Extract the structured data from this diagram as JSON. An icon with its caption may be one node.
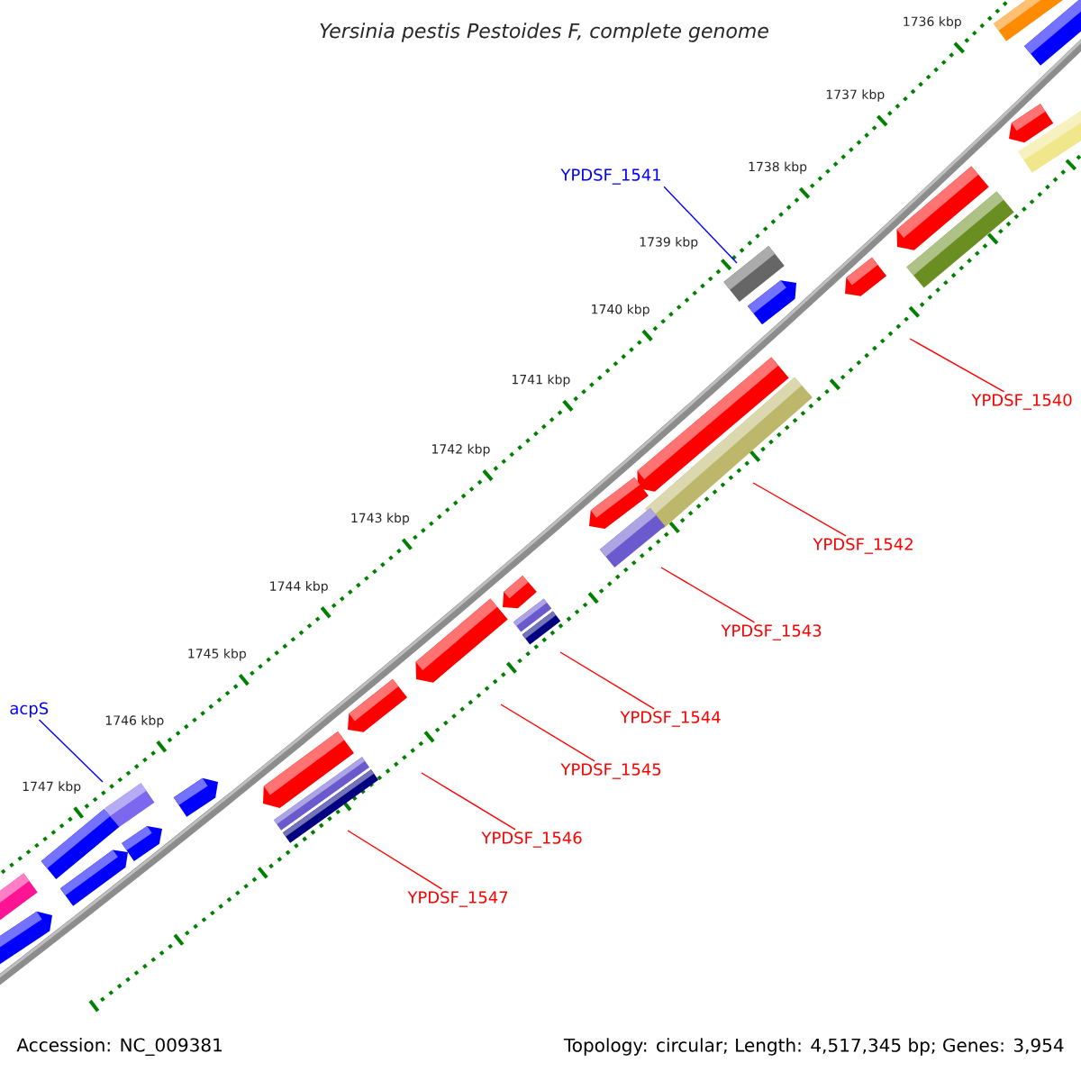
{
  "diagram": {
    "title": "Yersinia pestis Pestoides F, complete genome",
    "nodes": [
      {
        "text": [
          "YPDSF_1541"
        ]
      },
      {
        "text": [
          "YPDSF_1540"
        ]
      },
      {
        "text": [
          "YPDSF_1542"
        ]
      },
      {
        "text": [
          "YPDSF_1543"
        ]
      },
      {
        "text": [
          "acpS"
        ]
      },
      {
        "text": [
          "YPDSF_1544"
        ]
      },
      {
        "text": [
          "YPDSF_1545"
        ]
      },
      {
        "text": [
          "YPDSF_1546"
        ]
      },
      {
        "text": [
          "YPDSF_1547"
        ]
      }
    ],
    "edges": [
      {
        "from": 0,
        "to": null,
        "arrow": "none",
        "color": "#0000ff"
      },
      {
        "from": 1,
        "to": null,
        "arrow": "none"
      },
      {
        "from": 2,
        "to": null,
        "arrow": "none"
      },
      {
        "from": 3,
        "to": null,
        "arrow": "none"
      },
      {
        "from": 4,
        "to": null,
        "arrow": "none",
        "color": "#0000ff"
      },
      {
        "from": 5,
        "to": null,
        "arrow": "none"
      },
      {
        "from": 6,
        "to": null,
        "arrow": "none"
      },
      {
        "from": 7,
        "to": null,
        "arrow": "none"
      },
      {
        "from": 8,
        "to": null,
        "arrow": "none"
      }
    ],
    "labels": [
      "1736 kbp",
      "1737 kbp",
      "1738 kbp",
      "1739 kbp",
      "1740 kbp",
      "1741 kbp",
      "1742 kbp",
      "1743 kbp",
      "1744 kbp",
      "1745 kbp",
      "1746 kbp",
      "1747 kbp",
      "Accession: NC_009381",
      "Topology: circular; Length: 4,517,345 bp; Genes: 3,954"
    ]
  }
}
